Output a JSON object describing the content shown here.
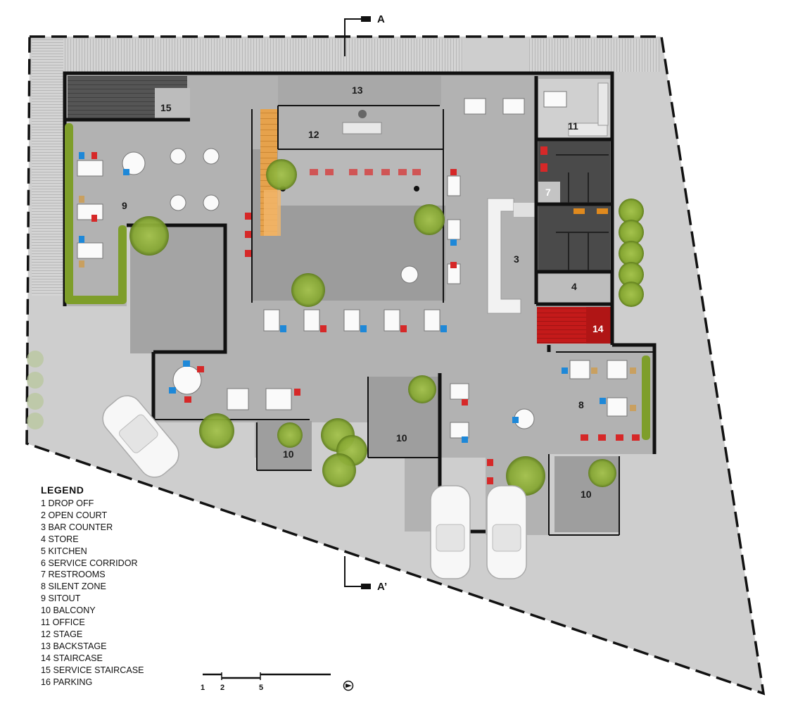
{
  "section_marks": {
    "top": "A",
    "bottom": "A’"
  },
  "room_labels": {
    "r3": "3",
    "r4": "4",
    "r7": "7",
    "r8": "8",
    "r9": "9",
    "r10a": "10",
    "r10b": "10",
    "r10c": "10",
    "r11": "11",
    "r12": "12",
    "r13": "13",
    "r14": "14",
    "r15": "15"
  },
  "legend": {
    "title": "LEGEND",
    "items": [
      "1 DROP OFF",
      "2 OPEN COURT",
      "3 BAR COUNTER",
      "4 STORE",
      "5 KITCHEN",
      "6 SERVICE CORRIDOR",
      "7 RESTROOMS",
      "8 SILENT ZONE",
      "9 SITOUT",
      "10 BALCONY",
      "11 OFFICE",
      "12 STAGE",
      "13 BACKSTAGE",
      "14 STAIRCASE",
      "15 SERVICE STAIRCASE",
      "16 PARKING"
    ]
  },
  "scale_bar": {
    "labels": [
      "1",
      "2",
      "5"
    ]
  },
  "colors": {
    "site": "#cfcfcf",
    "floor": "#a9a9a9",
    "court": "#b8b8b8",
    "wall": "#111111",
    "tree": "#8dad3a",
    "chair_red": "#d62828",
    "chair_blue": "#1e88d8",
    "staircase_red": "#c41a1a",
    "stage_wood": "#e0a050"
  },
  "icons": [
    "north-arrow-icon",
    "car-icon",
    "tree-icon",
    "chair-icon",
    "table-icon"
  ]
}
